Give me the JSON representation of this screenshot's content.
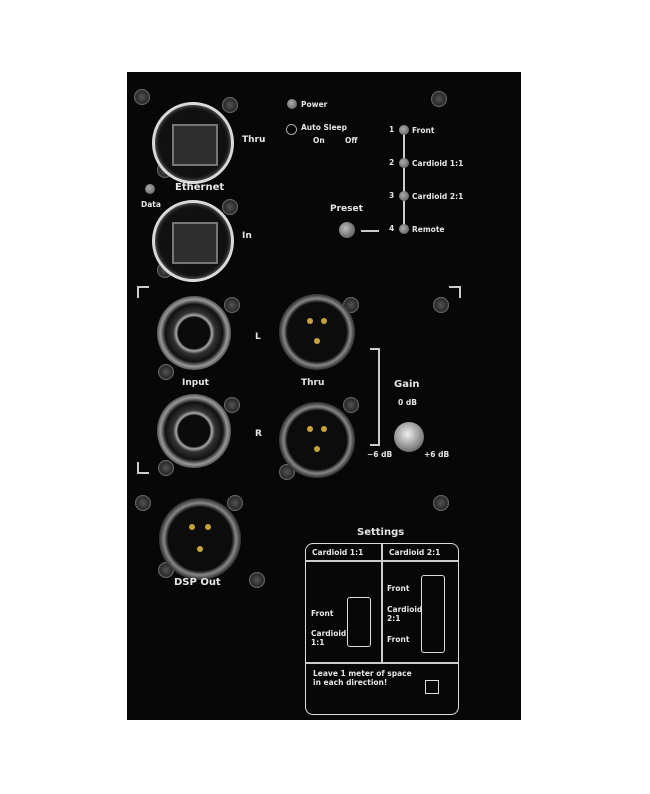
{
  "ethernet": {
    "label": "Ethernet",
    "thru": "Thru",
    "in": "In",
    "data_led": "Data"
  },
  "status": {
    "power": "Power",
    "auto_sleep": "Auto Sleep",
    "on": "On",
    "off": "Off"
  },
  "preset": {
    "label": "Preset",
    "options": [
      {
        "num": "1",
        "label": "Front"
      },
      {
        "num": "2",
        "label": "Cardioid 1:1"
      },
      {
        "num": "3",
        "label": "Cardioid 2:1"
      },
      {
        "num": "4",
        "label": "Remote"
      }
    ]
  },
  "audio": {
    "input": "Input",
    "thru": "Thru",
    "left": "L",
    "right": "R",
    "dsp_out": "DSP Out"
  },
  "gain": {
    "label": "Gain",
    "center": "0 dB",
    "min": "−6 dB",
    "max": "+6 dB"
  },
  "settings": {
    "title": "Settings",
    "col1": "Cardioid 1:1",
    "col2": "Cardioid 2:1",
    "c1_front": "Front",
    "c1_card": "Cardioid 1:1",
    "c2_front_top": "Front",
    "c2_card": "Cardioid 2:1",
    "c2_front_bottom": "Front",
    "note": "Leave 1 meter of space in each direction!"
  }
}
